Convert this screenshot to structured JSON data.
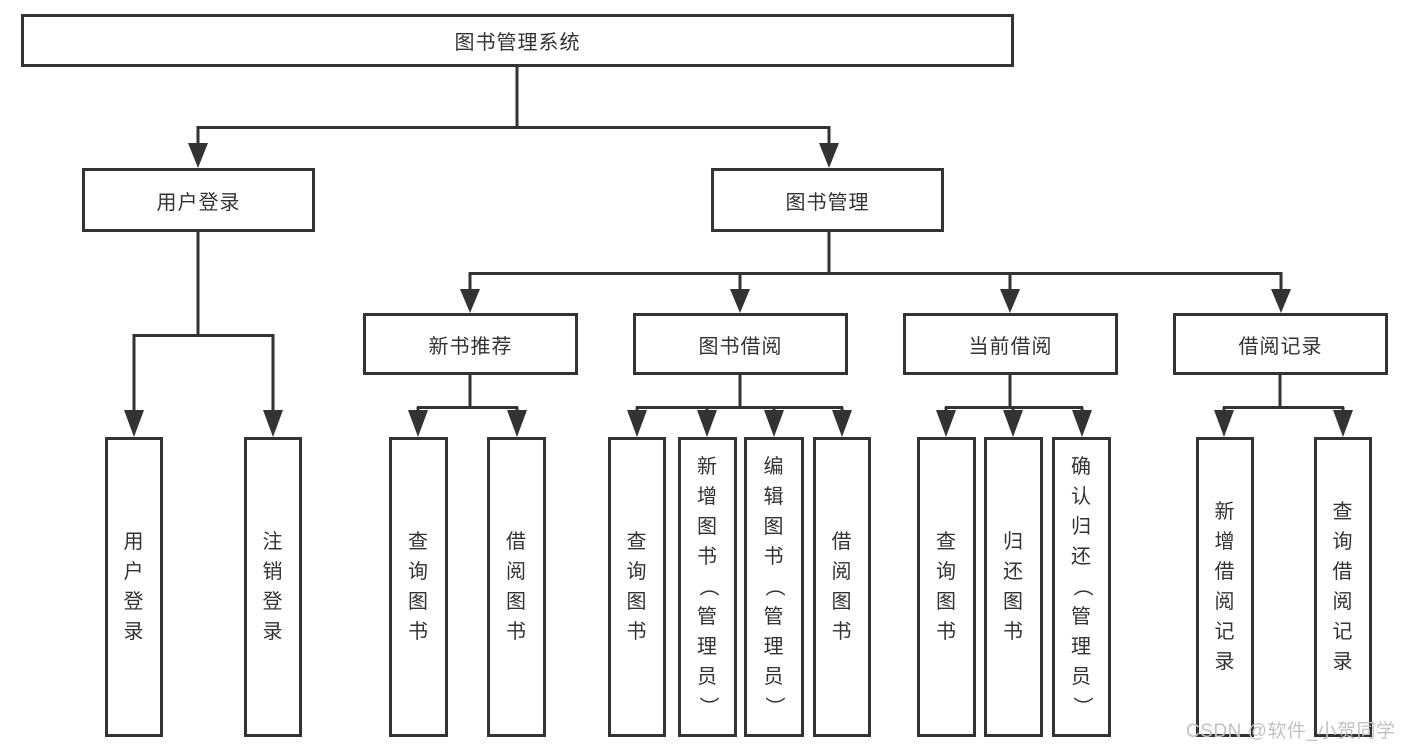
{
  "nodes": {
    "root": {
      "label": "图书管理系统"
    },
    "user_login": {
      "label": "用户登录"
    },
    "book_mgmt": {
      "label": "图书管理"
    },
    "new_book_rec": {
      "label": "新书推荐"
    },
    "book_borrow": {
      "label": "图书借阅"
    },
    "current_borrow": {
      "label": "当前借阅"
    },
    "borrow_records": {
      "label": "借阅记录"
    },
    "leaves": {
      "user_login_children": [
        "用户登录",
        "注销登录"
      ],
      "new_book_rec_children": [
        "查询图书",
        "借阅图书"
      ],
      "book_borrow_children": [
        "查询图书",
        "新增图书（管理员）",
        "编辑图书（管理员）",
        "借阅图书"
      ],
      "current_borrow_children": [
        "查询图书",
        "归还图书",
        "确认归还（管理员）"
      ],
      "borrow_records_children": [
        "新增借阅记录",
        "查询借阅记录"
      ]
    }
  },
  "watermark": "CSDN @软件_小贺同学",
  "colors": {
    "line": "#333333",
    "box_border": "#333333",
    "text": "#333333",
    "watermark": "#c2c2c2",
    "background": "#ffffff"
  }
}
